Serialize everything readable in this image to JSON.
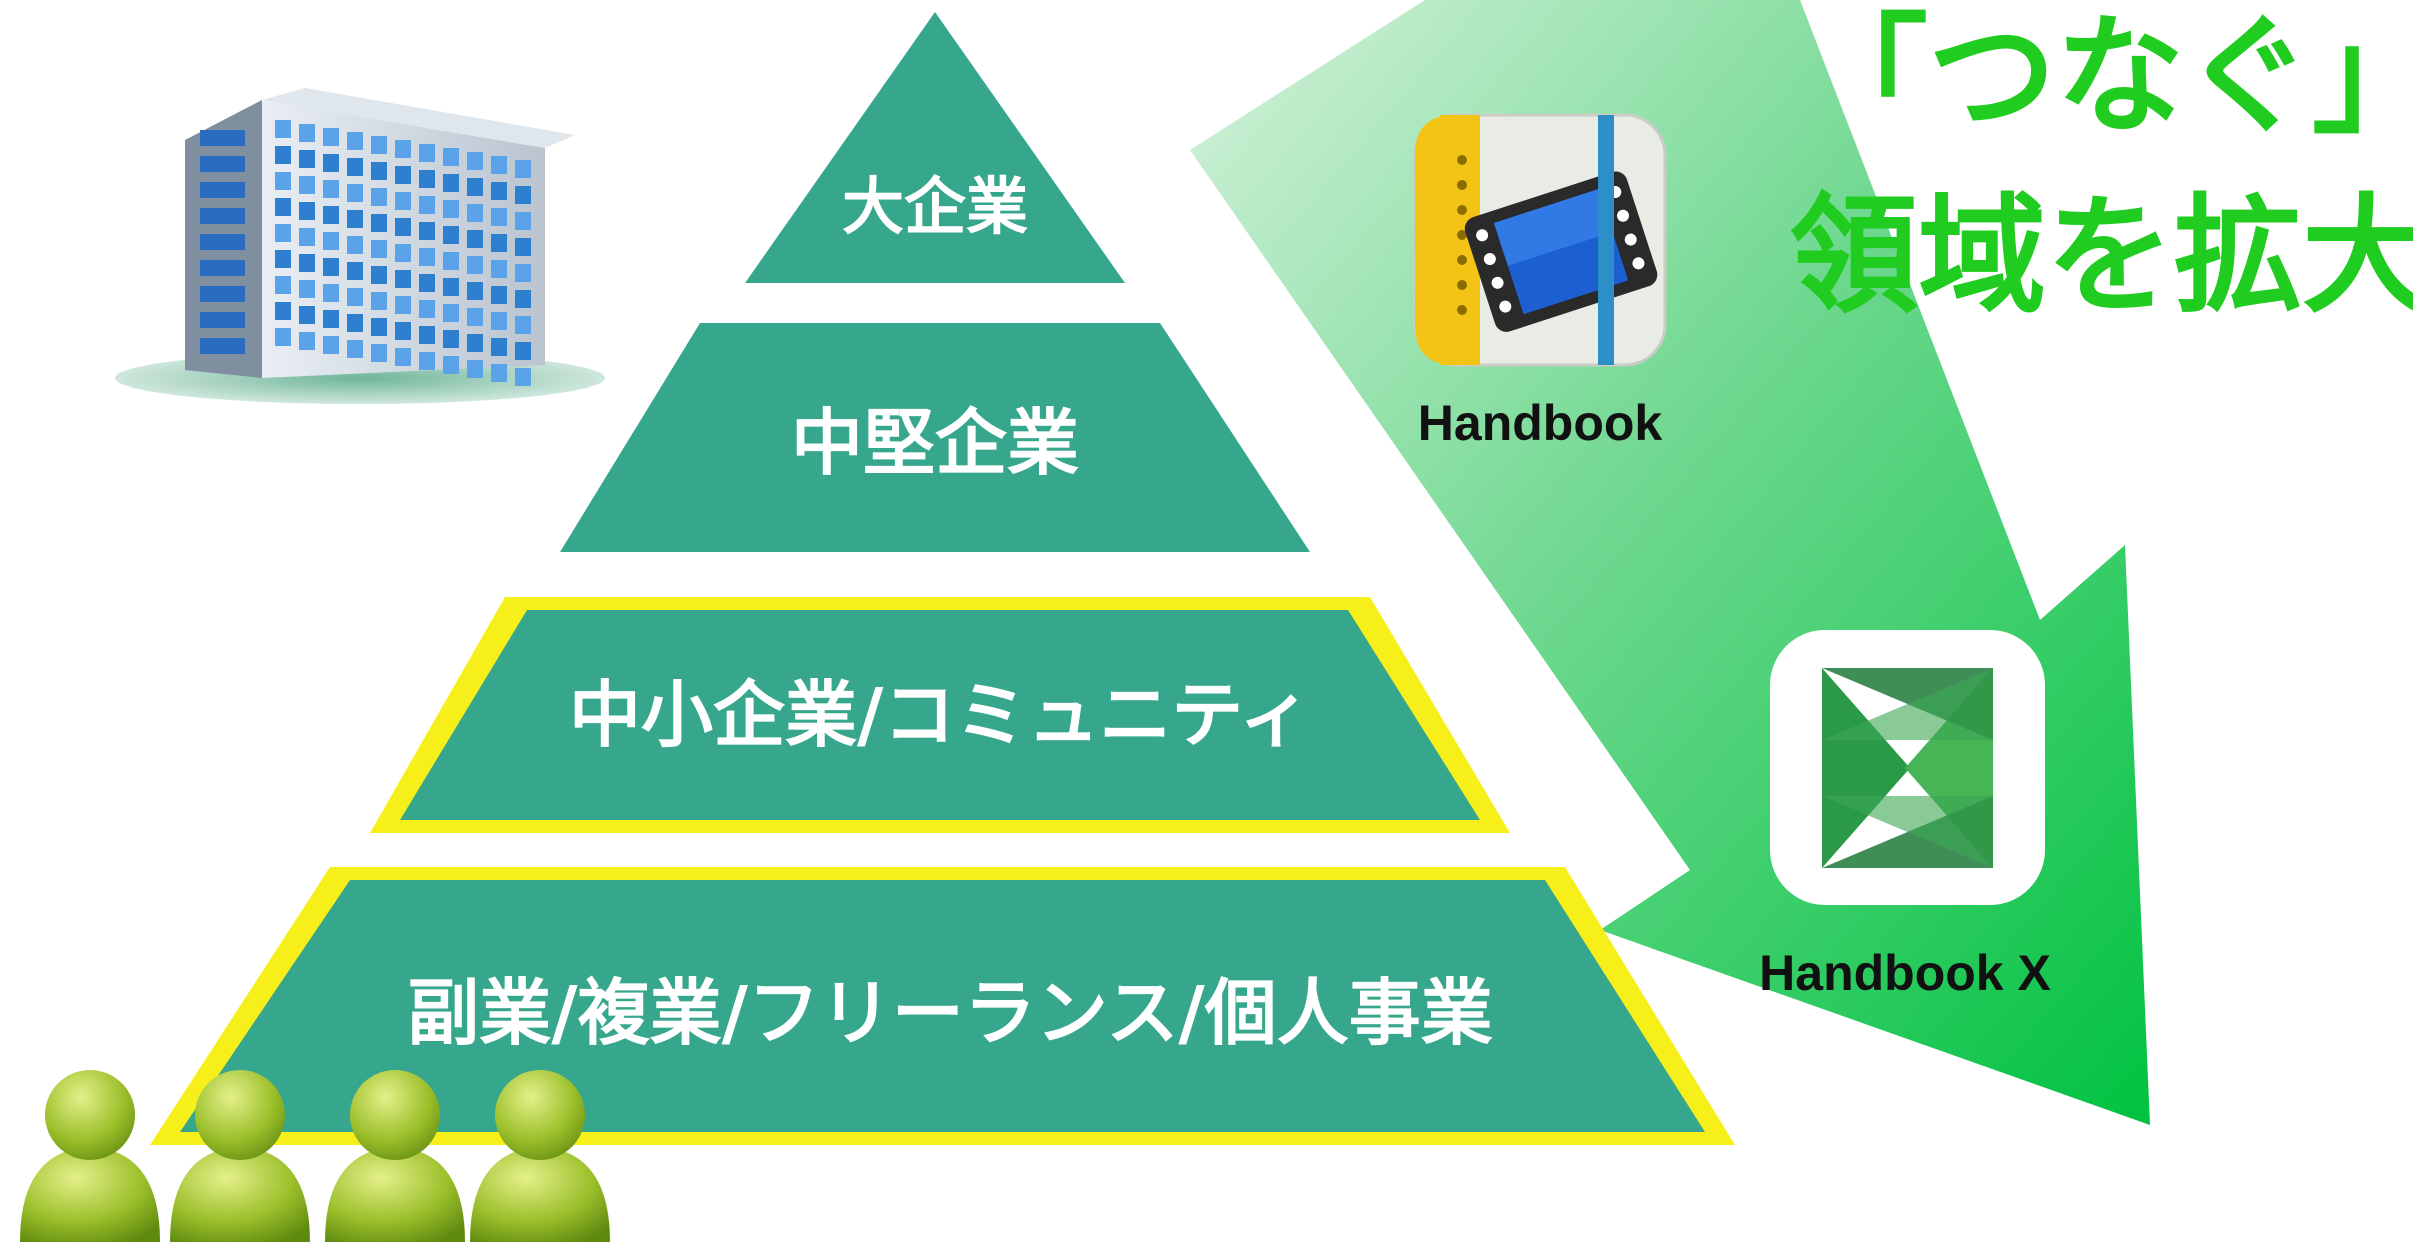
{
  "colors": {
    "tier_fill": "#36a68d",
    "highlight": "#f7ef1a",
    "arrow_light": "#c4ecd0",
    "arrow_dark": "#00c240",
    "headline": "#1fcc1f"
  },
  "pyramid": {
    "tiers": [
      {
        "label": "大企業",
        "highlighted": false
      },
      {
        "label": "中堅企業",
        "highlighted": false
      },
      {
        "label": "中小企業/コミュニティ",
        "highlighted": true
      },
      {
        "label": "副業/複業/フリーランス/個人事業",
        "highlighted": true
      }
    ]
  },
  "apps": {
    "handbook": {
      "label": "Handbook",
      "icon": "handbook-video-book-icon"
    },
    "handbook_x": {
      "label": "Handbook X",
      "icon": "handbook-x-bowtie-icon"
    }
  },
  "headline": {
    "line1": "「つなぐ」",
    "line2": "領域を拡大"
  },
  "illustrations": {
    "building": "office-building-icon",
    "people": "people-group-icon"
  }
}
